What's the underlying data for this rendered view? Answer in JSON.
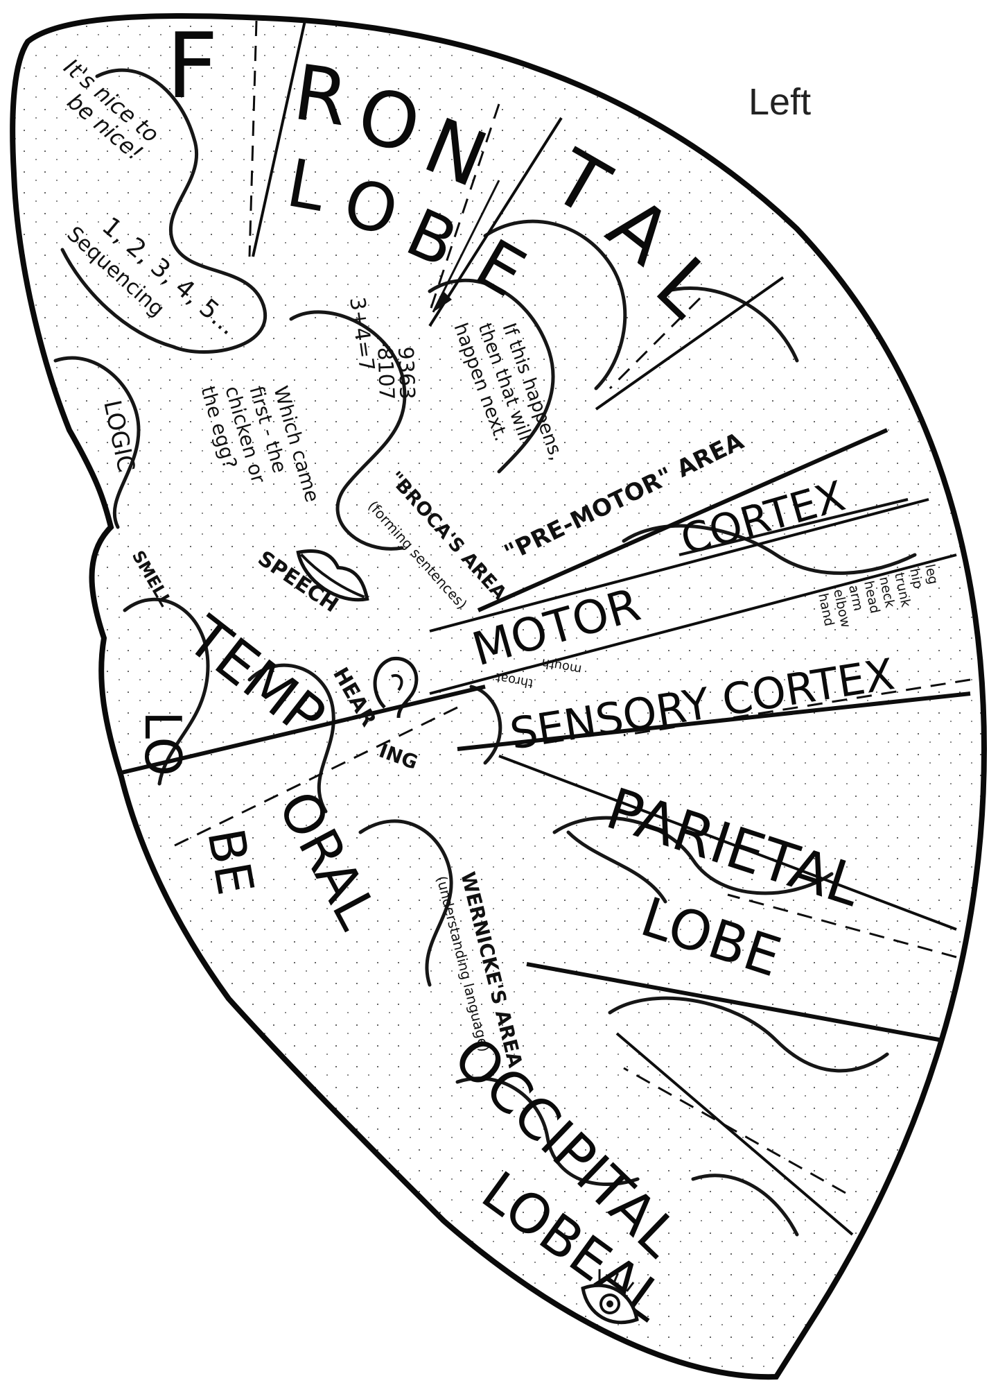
{
  "corner_label": "Left",
  "lobes": {
    "frontal": {
      "line1": "F RONTAL",
      "line2": "LOBE",
      "letters1": [
        "F",
        "R",
        "O",
        "N",
        "T",
        "A",
        "L"
      ],
      "letters2": [
        "L",
        "O",
        "B",
        "E"
      ]
    },
    "temporal": {
      "part1": "TEMP",
      "part2": "LO",
      "part3": "ORAL",
      "part4": "BE"
    },
    "parietal": {
      "line1": "PARIETAL",
      "line2": "LOBE"
    },
    "occipital": {
      "line1": "OCCIPITAL",
      "line2": "LOBEAL"
    }
  },
  "regions": {
    "premotor": "\"PRE-MOTOR\" AREA",
    "motor": "MOTOR",
    "cortex_struck": "CORTEX",
    "sensory": "SENSORY CORTEX",
    "broca_title": "\"BROCA'S AREA",
    "broca_sub": "(forming sentences)",
    "wernicke_title": "WERNICKE'S AREA",
    "wernicke_sub": "(understanding language)",
    "speech": "SPEECH",
    "smell": "SMELL",
    "hearing_1": "HEAR",
    "hearing_2": "ING",
    "logic": "LOGIC"
  },
  "notes": {
    "nice_1": "It's nice to",
    "nice_2": "be nice!",
    "seq_1": "1, 2, 3, 4, 5...",
    "seq_2": "Sequencing",
    "math_1": "3+4=7",
    "math_2": "9363",
    "math_3": "-8107",
    "chicken_1": "Which came",
    "chicken_2": "first - the",
    "chicken_3": "chicken or",
    "chicken_4": "the egg?",
    "ifthen_1": "If this happens,",
    "ifthen_2": "then that will",
    "ifthen_3": "happen next."
  },
  "body_parts": {
    "motor_strip": [
      "leg",
      "hip",
      "trunk",
      "neck",
      "head",
      "arm",
      "elbow",
      "hand"
    ],
    "sensory_strip": [
      "mouth",
      "throat"
    ]
  }
}
